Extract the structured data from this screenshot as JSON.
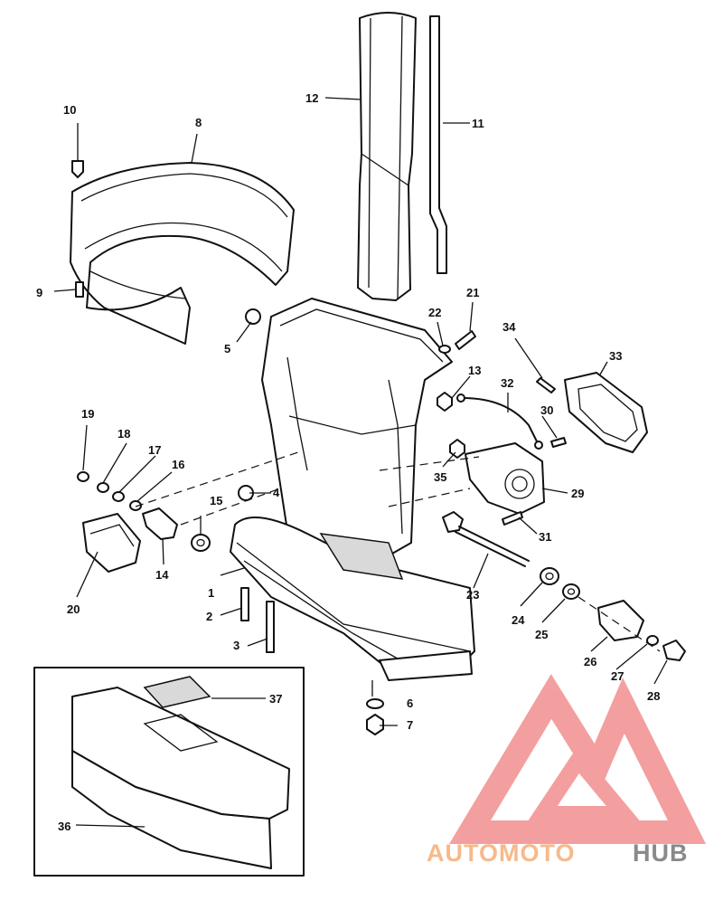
{
  "callouts": {
    "c1": "1",
    "c2": "2",
    "c3": "3",
    "c4": "4",
    "c5": "5",
    "c6": "6",
    "c7": "7",
    "c8": "8",
    "c9": "9",
    "c10": "10",
    "c11": "11",
    "c12": "12",
    "c13": "13",
    "c14": "14",
    "c15": "15",
    "c16": "16",
    "c17": "17",
    "c18": "18",
    "c19": "19",
    "c20": "20",
    "c21": "21",
    "c22": "22",
    "c23": "23",
    "c24": "24",
    "c25": "25",
    "c26": "26",
    "c27": "27",
    "c28": "28",
    "c29": "29",
    "c30": "30",
    "c31": "31",
    "c32": "32",
    "c33": "33",
    "c34": "34",
    "c35": "35",
    "c36": "36",
    "c37": "37"
  },
  "watermark": {
    "part1": "AUTOMOTO",
    "part2": "HUB",
    "color_accent": "#f08080",
    "color_text1": "#f7b98a",
    "color_text2": "#8a8a8a"
  }
}
